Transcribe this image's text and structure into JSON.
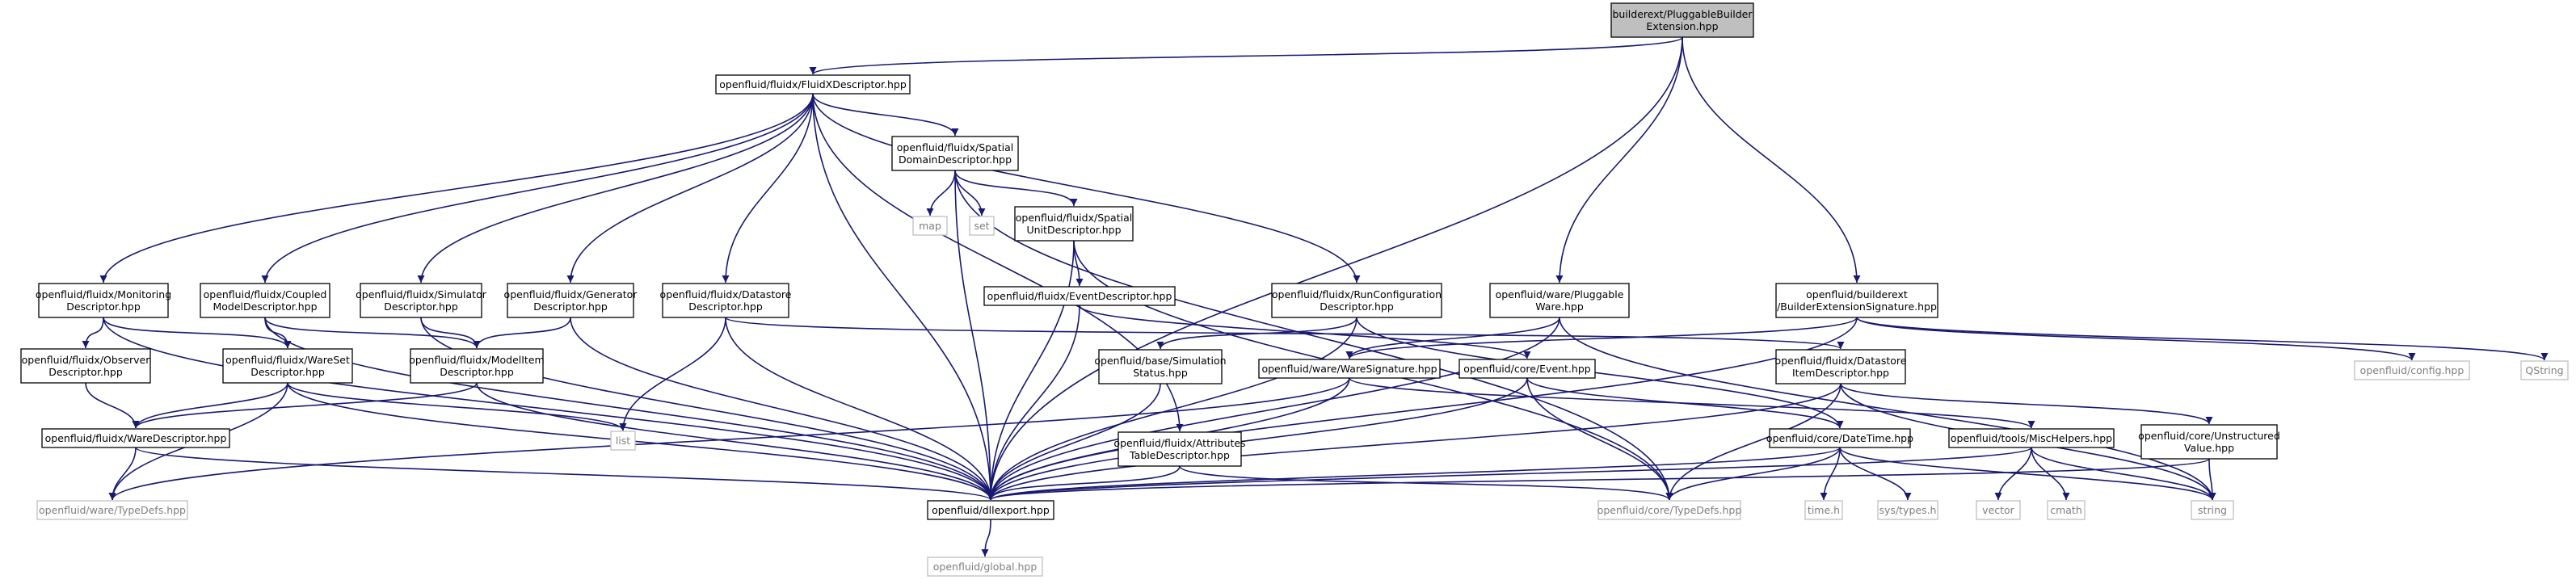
{
  "colors": {
    "edge": "#191970",
    "box_stroke": "#000000",
    "box_fill": "#ffffff",
    "root_fill": "#bfbfbf",
    "external_stroke": "#bfbfbf",
    "external_text": "#7f7f7f"
  },
  "nodes": {
    "root": {
      "lines": [
        "builderext/PluggableBuilder",
        "Extension.hpp"
      ],
      "kind": "root"
    },
    "fluidx_descriptor": {
      "lines": [
        "openfluid/fluidx/FluidXDescriptor.hpp"
      ],
      "kind": "internal"
    },
    "spatial_domain": {
      "lines": [
        "openfluid/fluidx/Spatial",
        "DomainDescriptor.hpp"
      ],
      "kind": "internal"
    },
    "map": {
      "lines": [
        "map"
      ],
      "kind": "external"
    },
    "set": {
      "lines": [
        "set"
      ],
      "kind": "external"
    },
    "spatial_unit": {
      "lines": [
        "openfluid/fluidx/Spatial",
        "UnitDescriptor.hpp"
      ],
      "kind": "internal"
    },
    "event_descriptor": {
      "lines": [
        "openfluid/fluidx/EventDescriptor.hpp"
      ],
      "kind": "internal"
    },
    "monitoring": {
      "lines": [
        "openfluid/fluidx/Monitoring",
        "Descriptor.hpp"
      ],
      "kind": "internal"
    },
    "coupled_model": {
      "lines": [
        "openfluid/fluidx/Coupled",
        "ModelDescriptor.hpp"
      ],
      "kind": "internal"
    },
    "simulator": {
      "lines": [
        "openfluid/fluidx/Simulator",
        "Descriptor.hpp"
      ],
      "kind": "internal"
    },
    "generator": {
      "lines": [
        "openfluid/fluidx/Generator",
        "Descriptor.hpp"
      ],
      "kind": "internal"
    },
    "datastore": {
      "lines": [
        "openfluid/fluidx/Datastore",
        "Descriptor.hpp"
      ],
      "kind": "internal"
    },
    "run_config": {
      "lines": [
        "openfluid/fluidx/RunConfiguration",
        "Descriptor.hpp"
      ],
      "kind": "internal"
    },
    "pluggable_ware": {
      "lines": [
        "openfluid/ware/Pluggable",
        "Ware.hpp"
      ],
      "kind": "internal"
    },
    "builder_ext_sig": {
      "lines": [
        "openfluid/builderext",
        "/BuilderExtensionSignature.hpp"
      ],
      "kind": "internal"
    },
    "config_hpp": {
      "lines": [
        "openfluid/config.hpp"
      ],
      "kind": "external"
    },
    "qstring": {
      "lines": [
        "QString"
      ],
      "kind": "external"
    },
    "observer": {
      "lines": [
        "openfluid/fluidx/Observer",
        "Descriptor.hpp"
      ],
      "kind": "internal"
    },
    "wareset": {
      "lines": [
        "openfluid/fluidx/WareSet",
        "Descriptor.hpp"
      ],
      "kind": "internal"
    },
    "model_item": {
      "lines": [
        "openfluid/fluidx/ModelItem",
        "Descriptor.hpp"
      ],
      "kind": "internal"
    },
    "simulation_status": {
      "lines": [
        "openfluid/base/Simulation",
        "Status.hpp"
      ],
      "kind": "internal"
    },
    "ware_signature": {
      "lines": [
        "openfluid/ware/WareSignature.hpp"
      ],
      "kind": "internal"
    },
    "core_event": {
      "lines": [
        "openfluid/core/Event.hpp"
      ],
      "kind": "internal"
    },
    "datastore_item": {
      "lines": [
        "openfluid/fluidx/Datastore",
        "ItemDescriptor.hpp"
      ],
      "kind": "internal"
    },
    "list": {
      "lines": [
        "list"
      ],
      "kind": "external"
    },
    "ware_descriptor": {
      "lines": [
        "openfluid/fluidx/WareDescriptor.hpp"
      ],
      "kind": "internal"
    },
    "attributes_table": {
      "lines": [
        "openfluid/fluidx/Attributes",
        "TableDescriptor.hpp"
      ],
      "kind": "internal"
    },
    "datetime": {
      "lines": [
        "openfluid/core/DateTime.hpp"
      ],
      "kind": "internal"
    },
    "misc_helpers": {
      "lines": [
        "openfluid/tools/MiscHelpers.hpp"
      ],
      "kind": "internal"
    },
    "unstructured_value": {
      "lines": [
        "openfluid/core/Unstructured",
        "Value.hpp"
      ],
      "kind": "internal"
    },
    "ware_typedefs": {
      "lines": [
        "openfluid/ware/TypeDefs.hpp"
      ],
      "kind": "external"
    },
    "dllexport": {
      "lines": [
        "openfluid/dllexport.hpp"
      ],
      "kind": "internal"
    },
    "core_typedefs": {
      "lines": [
        "openfluid/core/TypeDefs.hpp"
      ],
      "kind": "external"
    },
    "time_h": {
      "lines": [
        "time.h"
      ],
      "kind": "external"
    },
    "sys_types": {
      "lines": [
        "sys/types.h"
      ],
      "kind": "external"
    },
    "vector": {
      "lines": [
        "vector"
      ],
      "kind": "external"
    },
    "cmath": {
      "lines": [
        "cmath"
      ],
      "kind": "external"
    },
    "string": {
      "lines": [
        "string"
      ],
      "kind": "external"
    },
    "global_hpp": {
      "lines": [
        "openfluid/global.hpp"
      ],
      "kind": "external"
    }
  },
  "edges": [
    [
      "root",
      "fluidx_descriptor"
    ],
    [
      "root",
      "pluggable_ware"
    ],
    [
      "root",
      "builder_ext_sig"
    ],
    [
      "root",
      "dllexport"
    ],
    [
      "fluidx_descriptor",
      "monitoring"
    ],
    [
      "fluidx_descriptor",
      "coupled_model"
    ],
    [
      "fluidx_descriptor",
      "simulator"
    ],
    [
      "fluidx_descriptor",
      "generator"
    ],
    [
      "fluidx_descriptor",
      "datastore"
    ],
    [
      "fluidx_descriptor",
      "spatial_domain"
    ],
    [
      "fluidx_descriptor",
      "run_config"
    ],
    [
      "fluidx_descriptor",
      "dllexport"
    ],
    [
      "fluidx_descriptor",
      "attributes_table"
    ],
    [
      "spatial_domain",
      "map"
    ],
    [
      "spatial_domain",
      "set"
    ],
    [
      "spatial_domain",
      "spatial_unit"
    ],
    [
      "spatial_domain",
      "dllexport"
    ],
    [
      "spatial_domain",
      "core_typedefs"
    ],
    [
      "spatial_unit",
      "event_descriptor"
    ],
    [
      "spatial_unit",
      "dllexport"
    ],
    [
      "spatial_unit",
      "core_typedefs"
    ],
    [
      "event_descriptor",
      "core_event"
    ],
    [
      "event_descriptor",
      "dllexport"
    ],
    [
      "monitoring",
      "observer"
    ],
    [
      "monitoring",
      "wareset"
    ],
    [
      "monitoring",
      "dllexport"
    ],
    [
      "coupled_model",
      "wareset"
    ],
    [
      "coupled_model",
      "model_item"
    ],
    [
      "coupled_model",
      "dllexport"
    ],
    [
      "simulator",
      "model_item"
    ],
    [
      "simulator",
      "dllexport"
    ],
    [
      "generator",
      "model_item"
    ],
    [
      "generator",
      "dllexport"
    ],
    [
      "datastore",
      "list"
    ],
    [
      "datastore",
      "datastore_item"
    ],
    [
      "datastore",
      "dllexport"
    ],
    [
      "run_config",
      "simulation_status"
    ],
    [
      "run_config",
      "datetime"
    ],
    [
      "run_config",
      "dllexport"
    ],
    [
      "pluggable_ware",
      "ware_signature"
    ],
    [
      "pluggable_ware",
      "string"
    ],
    [
      "pluggable_ware",
      "dllexport"
    ],
    [
      "builder_ext_sig",
      "ware_signature"
    ],
    [
      "builder_ext_sig",
      "config_hpp"
    ],
    [
      "builder_ext_sig",
      "qstring"
    ],
    [
      "builder_ext_sig",
      "dllexport"
    ],
    [
      "observer",
      "ware_descriptor"
    ],
    [
      "wareset",
      "ware_descriptor"
    ],
    [
      "wareset",
      "list"
    ],
    [
      "wareset",
      "ware_typedefs"
    ],
    [
      "wareset",
      "dllexport"
    ],
    [
      "model_item",
      "ware_descriptor"
    ],
    [
      "model_item",
      "dllexport"
    ],
    [
      "simulation_status",
      "dllexport"
    ],
    [
      "ware_signature",
      "ware_typedefs"
    ],
    [
      "ware_signature",
      "misc_helpers"
    ],
    [
      "ware_signature",
      "dllexport"
    ],
    [
      "core_event",
      "datetime"
    ],
    [
      "core_event",
      "core_typedefs"
    ],
    [
      "core_event",
      "dllexport"
    ],
    [
      "datastore_item",
      "unstructured_value"
    ],
    [
      "datastore_item",
      "core_typedefs"
    ],
    [
      "datastore_item",
      "string"
    ],
    [
      "datastore_item",
      "dllexport"
    ],
    [
      "ware_descriptor",
      "ware_typedefs"
    ],
    [
      "ware_descriptor",
      "dllexport"
    ],
    [
      "attributes_table",
      "core_typedefs"
    ],
    [
      "attributes_table",
      "dllexport"
    ],
    [
      "datetime",
      "time_h"
    ],
    [
      "datetime",
      "sys_types"
    ],
    [
      "datetime",
      "core_typedefs"
    ],
    [
      "datetime",
      "string"
    ],
    [
      "datetime",
      "dllexport"
    ],
    [
      "misc_helpers",
      "vector"
    ],
    [
      "misc_helpers",
      "cmath"
    ],
    [
      "misc_helpers",
      "string"
    ],
    [
      "misc_helpers",
      "dllexport"
    ],
    [
      "unstructured_value",
      "string"
    ],
    [
      "unstructured_value",
      "dllexport"
    ],
    [
      "dllexport",
      "global_hpp"
    ]
  ]
}
